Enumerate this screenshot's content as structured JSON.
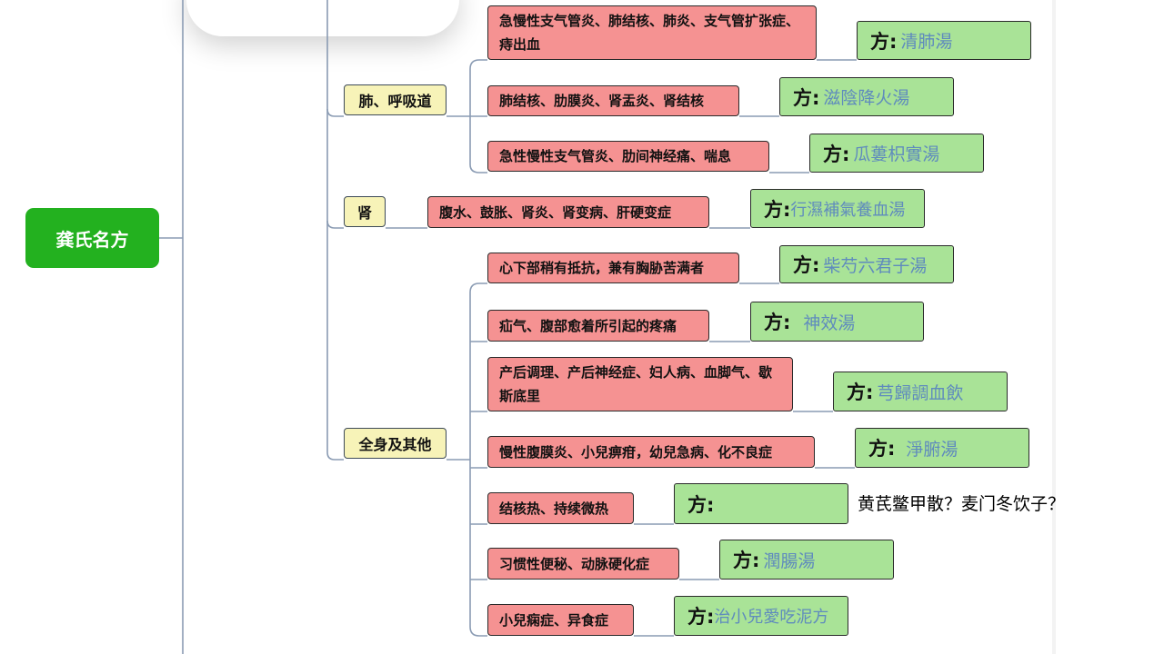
{
  "root": {
    "label": "龚氏名方"
  },
  "prefix": "方:",
  "categories": [
    {
      "label": "肺、呼吸道",
      "items": [
        {
          "symptom": "急慢性支气管炎、肺结核、肺炎、支气管扩张症、痔出血",
          "formula": "清肺湯"
        },
        {
          "symptom": "肺结核、肋膜炎、肾盂炎、肾结核",
          "formula": "滋陰降火湯"
        },
        {
          "symptom": "急性慢性支气管炎、肋间神经痛、喘息",
          "formula": "瓜蔞枳實湯"
        }
      ]
    },
    {
      "label": "肾",
      "items": [
        {
          "symptom": "腹水、鼓胀、肾炎、肾变病、肝硬变症",
          "formula": "行濕補氣養血湯"
        }
      ]
    },
    {
      "label": "全身及其他",
      "items": [
        {
          "symptom": "心下部稍有抵抗，兼有胸胁苦满者",
          "formula": "柴芍六君子湯"
        },
        {
          "symptom": "疝气、腹部愈着所引起的疼痛",
          "formula": "神效湯"
        },
        {
          "symptom": "产后调理、产后神经症、妇人病、血脚气、歇斯底里",
          "formula": "芎歸調血飲"
        },
        {
          "symptom": "慢性腹膜炎、小兒痹疳，幼兒急病、化不良症",
          "formula": "淨腑湯"
        },
        {
          "symptom": "结核热、持续微热",
          "formula": ""
        },
        {
          "symptom": "习惯性便秘、动脉硬化症",
          "formula": "潤腸湯"
        },
        {
          "symptom": "小兒痫症、异食症",
          "formula": "治小兒愛吃泥方"
        }
      ]
    }
  ],
  "note": "黄芪鳖甲散？麦门冬饮子？",
  "colors": {
    "root": "#23b11f",
    "category": "#f7f3b8",
    "symptom": "#f59292",
    "formula": "#a9e397",
    "formula_text": "#5f8bbd",
    "connector": "#8a9bb3"
  }
}
